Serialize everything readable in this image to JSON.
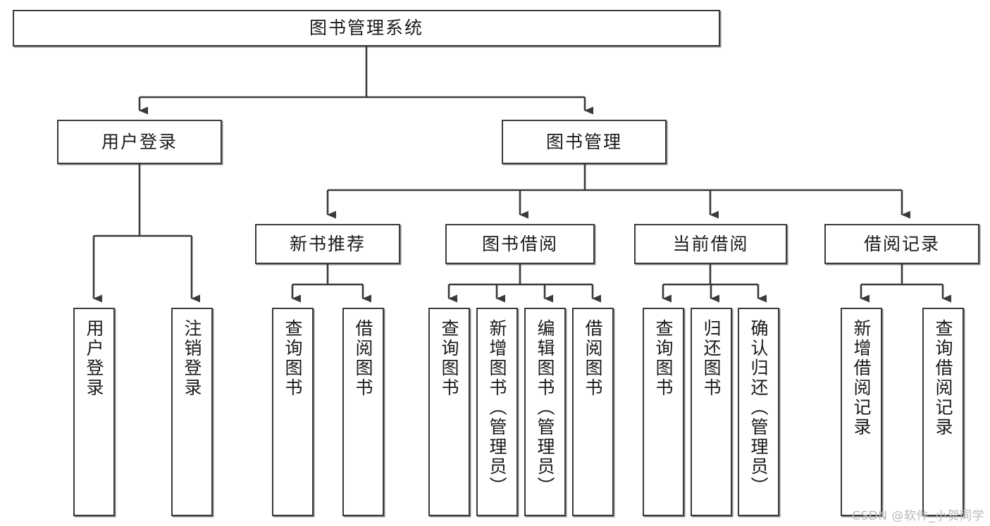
{
  "diagram": {
    "title": "图书管理系统",
    "type": "tree-hierarchy",
    "root": {
      "label": "图书管理系统"
    },
    "level2": [
      {
        "label": "用户登录"
      },
      {
        "label": "图书管理"
      }
    ],
    "level3": [
      {
        "label": "新书推荐"
      },
      {
        "label": "图书借阅"
      },
      {
        "label": "当前借阅"
      },
      {
        "label": "借阅记录"
      }
    ],
    "leaves": {
      "user_login": [
        {
          "label": "用户登录"
        },
        {
          "label": "注销登录"
        }
      ],
      "new_book_recommend": [
        {
          "label": "查询图书"
        },
        {
          "label": "借阅图书"
        }
      ],
      "book_borrow": [
        {
          "label": "查询图书"
        },
        {
          "label": "新增图书（管理员）"
        },
        {
          "label": "编辑图书（管理员）"
        },
        {
          "label": "借阅图书"
        }
      ],
      "current_borrow": [
        {
          "label": "查询图书"
        },
        {
          "label": "归还图书"
        },
        {
          "label": "确认归还（管理员）"
        }
      ],
      "borrow_record": [
        {
          "label": "新增借阅记录"
        },
        {
          "label": "查询借阅记录"
        }
      ]
    }
  },
  "watermark": {
    "text": "CSDN @软件_小贺同学"
  },
  "colors": {
    "line": "#3a3a3a",
    "box_border": "#3a3a3a",
    "box_fill": "#ffffff",
    "text": "#1a1a1a",
    "watermark": "#b9b9b9",
    "background": "#ffffff"
  }
}
